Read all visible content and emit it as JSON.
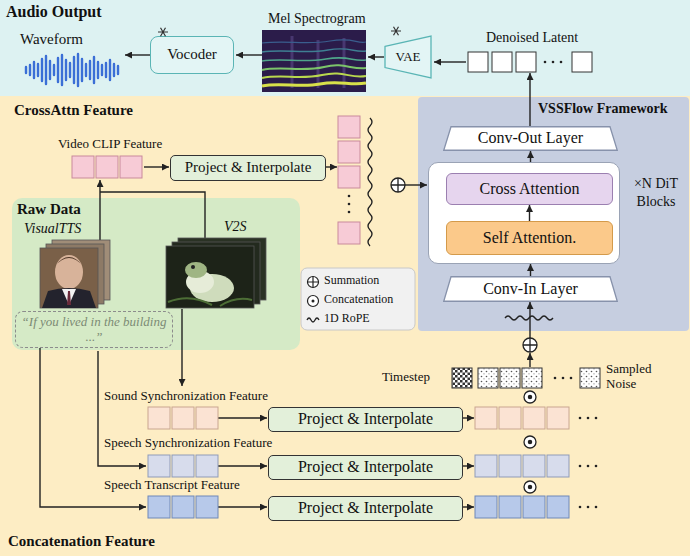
{
  "diagram": {
    "nodes": [
      {
        "text": [
          "Audio Output"
        ]
      },
      {
        "text": [
          "Vocoder"
        ],
        "in": 0
      },
      {
        "text": [
          "VAE"
        ],
        "in": 0
      },
      {
        "text": [
          "CrossAttn Feature",
          "Concatenation Feature"
        ]
      },
      {
        "text": [
          "VSSFlow Framework"
        ],
        "in": 3
      },
      {
        "text": [
          "Conv-Out Layer"
        ],
        "in": 4
      },
      {
        "text": [
          "×N DiT Blocks"
        ],
        "in": 4
      },
      {
        "text": [
          "Cross Attention"
        ],
        "in": 6
      },
      {
        "text": [
          "Self Attention."
        ],
        "in": 6
      },
      {
        "text": [
          "Conv-In Layer"
        ],
        "in": 4
      },
      {
        "text": [
          "Raw Data",
          "VisualTTS",
          "V2S"
        ],
        "in": 3
      },
      {
        "text": [
          "“If you lived in the building ...”"
        ],
        "in": 10
      },
      {
        "text": [
          "Project & Interpolate"
        ],
        "in": 3
      },
      {
        "text": [
          "Project & Interpolate"
        ],
        "in": 3
      },
      {
        "text": [
          "Project & Interpolate"
        ],
        "in": 3
      },
      {
        "text": [
          "Project & Interpolate"
        ],
        "in": 3
      }
    ],
    "edges": [
      {
        "from": 9,
        "to": 6,
        "arrow": "to"
      },
      {
        "from": 8,
        "to": 7,
        "arrow": "to"
      },
      {
        "from": 6,
        "to": 5,
        "arrow": "to"
      }
    ],
    "labels": [
      "Waveform",
      "Mel Spectrogram",
      "Denoised Latent",
      "Video CLIP Feature",
      "Timestep",
      "Sampled Noise",
      "Sound Synchronization Feature",
      "Speech Synchronization Feature",
      "Speech Transcript Feature"
    ],
    "legend": [
      {
        "text": "Summation"
      },
      {
        "text": "Concatenation"
      },
      {
        "text": "1D RoPE"
      }
    ]
  }
}
